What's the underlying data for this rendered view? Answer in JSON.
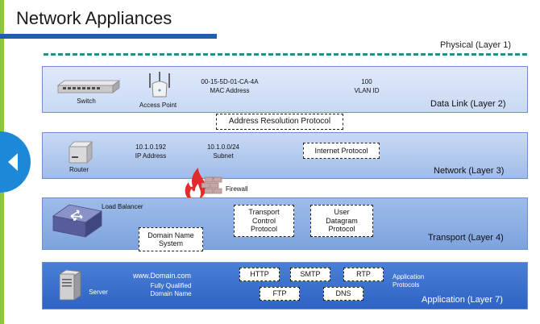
{
  "title": "Network Appliances",
  "physical": {
    "label": "Physical (Layer 1)"
  },
  "data_link": {
    "label": "Data Link (Layer 2)",
    "switch": "Switch",
    "access_point": "Access Point",
    "mac_value": "00-15-5D-01-CA-4A",
    "mac_label": "MAC Address",
    "vlan_value": "100",
    "vlan_label": "VLAN ID"
  },
  "arp": "Address Resolution Protocol",
  "network": {
    "label": "Network (Layer 3)",
    "router": "Router",
    "ip_value": "10.1.0.192",
    "ip_label": "IP Address",
    "subnet_value": "10.1.0.0/24",
    "subnet_label": "Subnet",
    "internet_protocol": "Internet Protocol"
  },
  "firewall": "Firewall",
  "transport": {
    "label": "Transport (Layer 4)",
    "load_balancer": "Load Balancer",
    "tcp_lines": [
      "Transport",
      "Control",
      "Protocol"
    ],
    "udp_lines": [
      "User",
      "Datagram",
      "Protocol"
    ],
    "dns_lines": [
      "Domain Name",
      "System"
    ]
  },
  "application": {
    "label": "Application (Layer 7)",
    "server": "Server",
    "domain": "www.Domain.com",
    "fqdn_lines": [
      "Fully Qualified",
      "Domain Name"
    ],
    "protocols": [
      "HTTP",
      "SMTP",
      "RTP",
      "FTP",
      "DNS"
    ],
    "protocols_label_lines": [
      "Application",
      "Protocols"
    ]
  },
  "colors": {
    "accent": "#1f5eb3",
    "nav_button": "#1e88d8",
    "left_bar": "#8dc63f",
    "physical_dash": "#2f8a8a",
    "application_band": "#3a6fcc"
  },
  "icons": [
    "switch-icon",
    "access-point-icon",
    "router-icon",
    "firewall-icon",
    "load-balancer-icon",
    "server-icon",
    "back-arrow-icon"
  ]
}
